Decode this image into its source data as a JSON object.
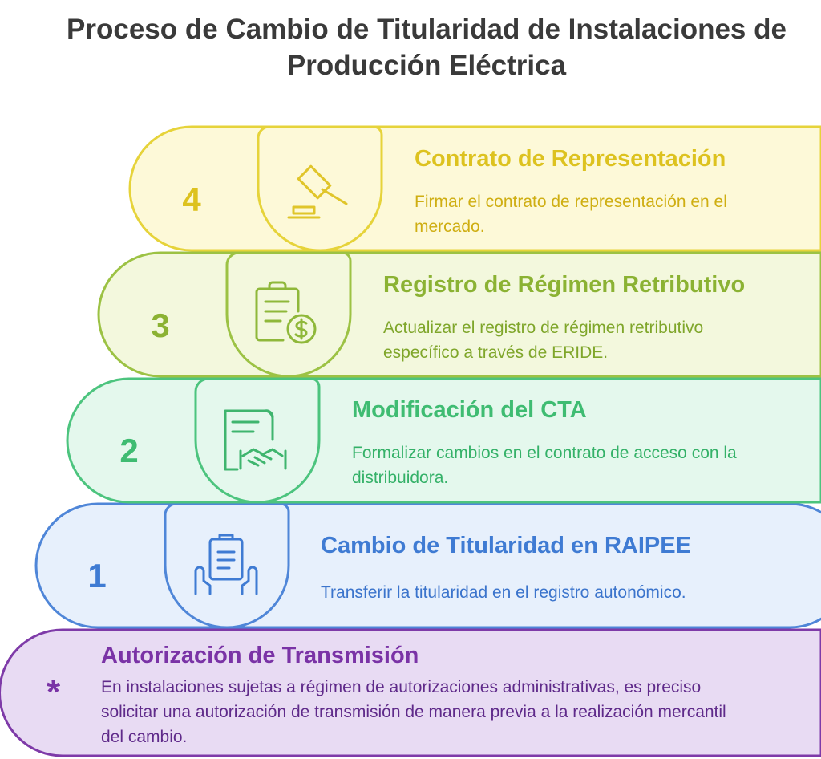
{
  "title": "Proceso de Cambio de Titularidad de Instalaciones de Producción Eléctrica",
  "steps": [
    {
      "number": "4",
      "heading": "Contrato de Representación",
      "description": "Firmar el contrato de representación en el mercado.",
      "icon": "gavel-icon",
      "color": "#e6d33a",
      "fill": "#fdf9d8"
    },
    {
      "number": "3",
      "heading": "Registro de Régimen Retributivo",
      "description": "Actualizar el registro de régimen retributivo específico a través de ERIDE.",
      "icon": "clipboard-dollar-icon",
      "color": "#9cc244",
      "fill": "#f3f8dd"
    },
    {
      "number": "2",
      "heading": "Modificación del CTA",
      "description": "Formalizar cambios en el contrato de acceso con la distribuidora.",
      "icon": "contract-handshake-icon",
      "color": "#4cc47e",
      "fill": "#e4f8ed"
    },
    {
      "number": "1",
      "heading": "Cambio de Titularidad en RAIPEE",
      "description": "Transferir la titularidad en el registro autonómico.",
      "icon": "hands-clipboard-icon",
      "color": "#4f86d8",
      "fill": "#e7f0fc"
    }
  ],
  "base": {
    "marker": "*",
    "heading": "Autorización de Transmisión",
    "description": "En instalaciones sujetas a régimen de autorizaciones administrativas, es preciso solicitar una autorización de transmisión de manera previa a la realización mercantil del cambio.",
    "color": "#7e3aa8",
    "fill": "#e8dbf3"
  }
}
